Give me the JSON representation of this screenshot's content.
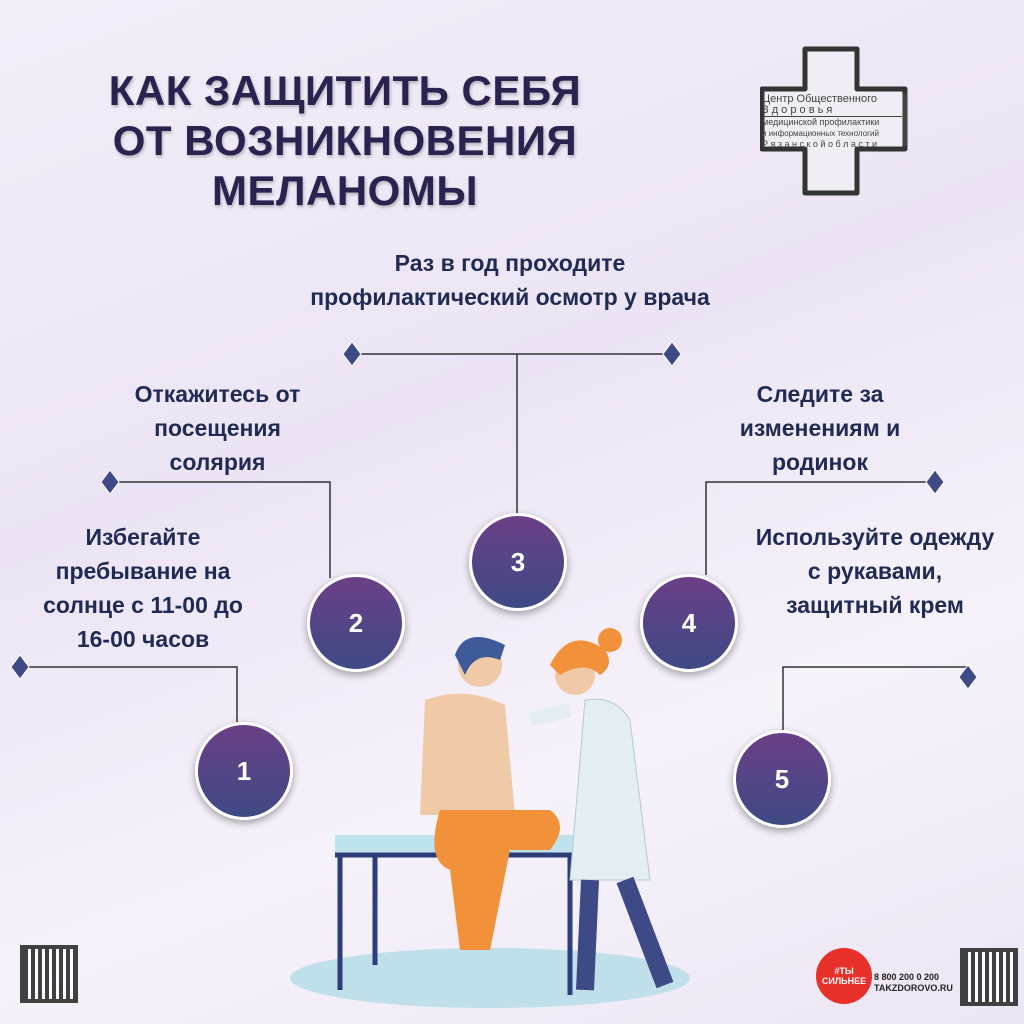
{
  "title": {
    "line1": "КАК ЗАЩИТИТЬ СЕБЯ",
    "line2": "ОТ ВОЗНИКНОВЕНИЯ",
    "line3": "МЕЛАНОМЫ"
  },
  "logo": {
    "line1": "Центр Общественного",
    "line2": "З д о р о в ь я",
    "line3": "медицинской профилактики",
    "line4": "и информационных технологий",
    "line5": "Р я з а н с к о й   о б л а с т и"
  },
  "tips": [
    {
      "number": "1",
      "text": "Избегайте пребывание на солнце с 11-00 до 16-00 часов"
    },
    {
      "number": "2",
      "text": "Откажитесь от посещения солярия"
    },
    {
      "number": "3",
      "text": "Раз в год проходите профилактический осмотр у врача"
    },
    {
      "number": "4",
      "text": "Следите за изменениям и родинок"
    },
    {
      "number": "5",
      "text": "Используйте одежду с рукавами, защитный крем"
    }
  ],
  "footer": {
    "badge": "#ТЫ СИЛЬНЕЕ",
    "phone": "8 800 200 0 200",
    "site": "TAKZDOROVO.RU"
  },
  "colors": {
    "title": "#2a2350",
    "circle_top": "#6b3f86",
    "circle_bottom": "#3e4a85",
    "text": "#1f2a55"
  }
}
